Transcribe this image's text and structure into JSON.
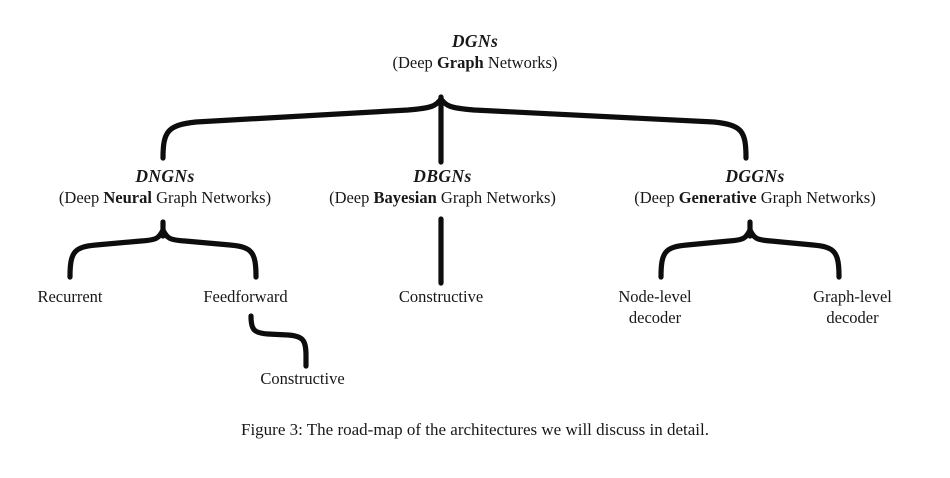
{
  "figure": {
    "root": {
      "acronym": "DGNs",
      "expansion_prefix": "(Deep ",
      "expansion_bold": "Graph",
      "expansion_suffix": " Networks)"
    },
    "branches": [
      {
        "acronym": "DNGNs",
        "expansion_prefix": "(Deep ",
        "expansion_bold": "Neural",
        "expansion_suffix": " Graph Networks)"
      },
      {
        "acronym": "DBGNs",
        "expansion_prefix": "(Deep ",
        "expansion_bold": "Bayesian",
        "expansion_suffix": " Graph Networks)"
      },
      {
        "acronym": "DGGNs",
        "expansion_prefix": "(Deep ",
        "expansion_bold": "Generative",
        "expansion_suffix": " Graph Networks)"
      }
    ],
    "leaves": {
      "recurrent": "Recurrent",
      "feedforward": "Feedforward",
      "constructive_bayesian": "Constructive",
      "node_level_decoder_line1": "Node-level",
      "node_level_decoder_line2": "decoder",
      "graph_level_decoder_line1": "Graph-level",
      "graph_level_decoder_line2": "decoder",
      "constructive_feedforward": "Constructive"
    },
    "caption": "Figure 3: The road-map of the architectures we will discuss in detail.",
    "colors": {
      "ink": "#181818",
      "stroke": "#0d0d0d",
      "background": "#ffffff"
    }
  }
}
